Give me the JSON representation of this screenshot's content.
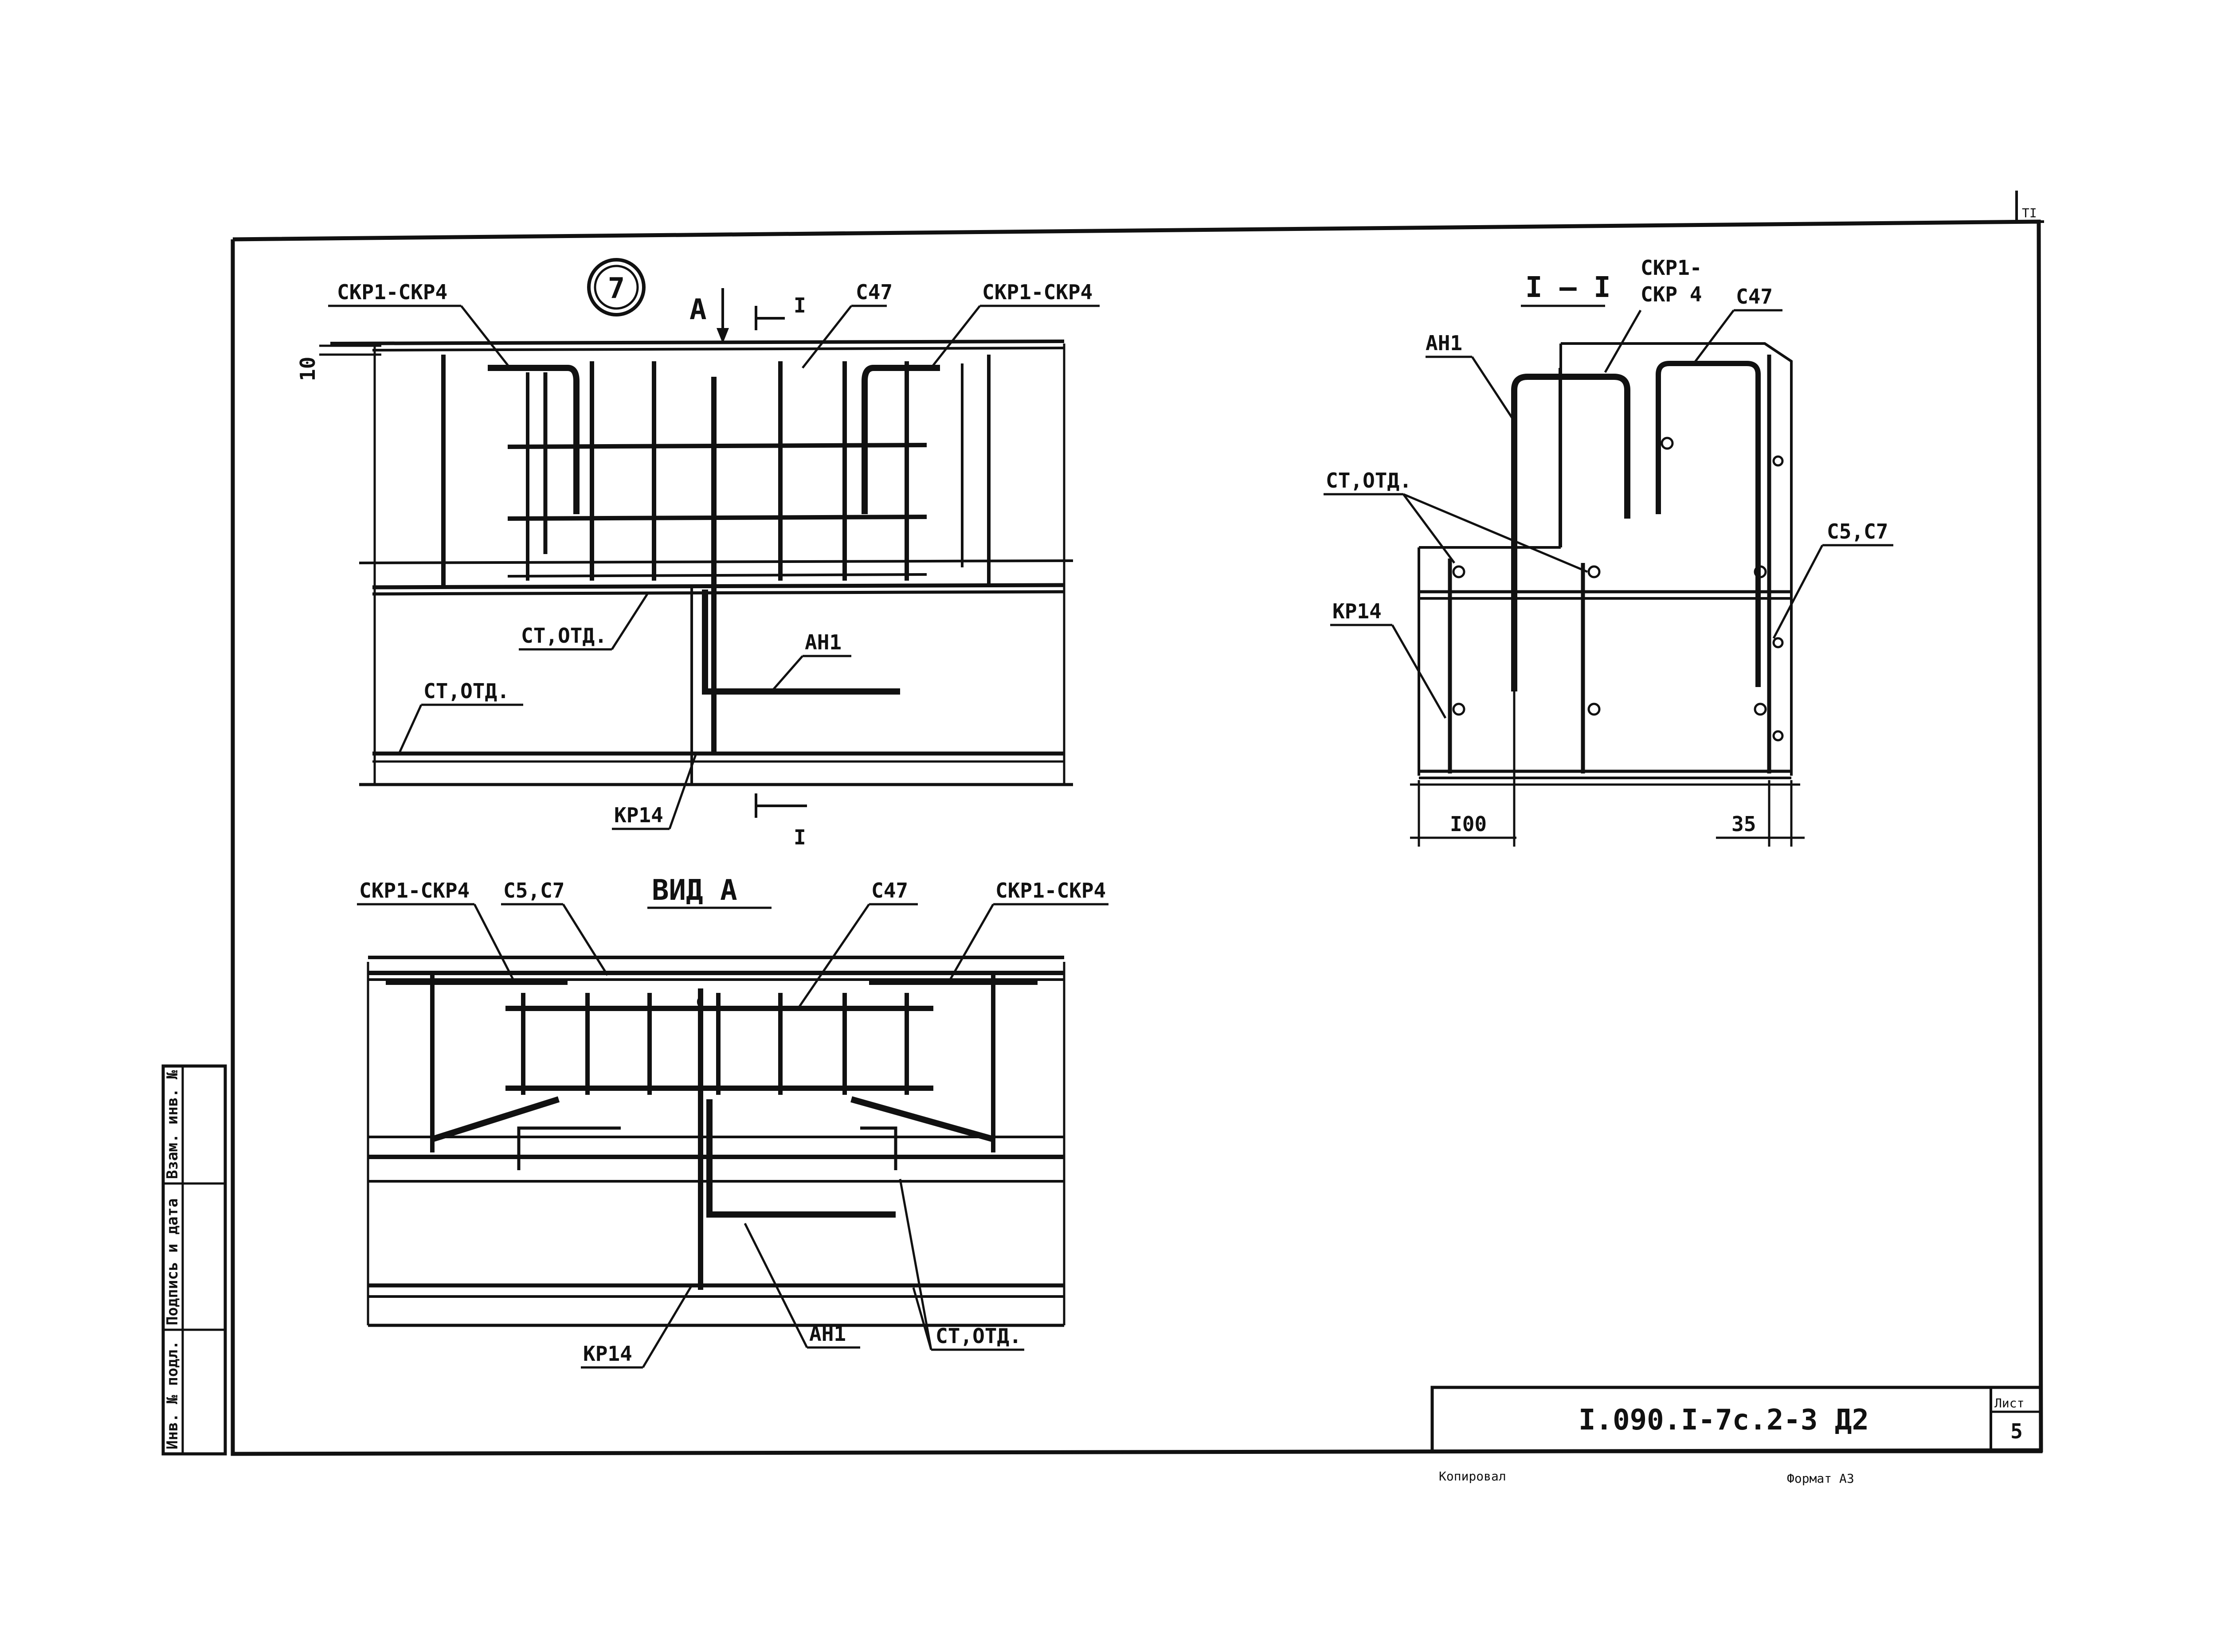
{
  "drawing": {
    "node_number": "7",
    "section_mark": "I",
    "view_mark": "А",
    "section_title": "I — I",
    "view_title": "ВИД  А"
  },
  "labels": {
    "skr_range": "СКР1-СКР4",
    "skr_top": "СКР1-",
    "skr_bottom": "СКР 4",
    "c47": "С47",
    "c5c7": "С5,С7",
    "st_otd": "СТ,ОТД.",
    "an1": "АН1",
    "kr14": "КР14"
  },
  "dimensions": {
    "cover_10": "10",
    "dim_100": "I00",
    "dim_35": "35"
  },
  "title_block": {
    "code": "I.090.I-7с.2-3 Д2",
    "sheet_label": "Лист",
    "sheet_number": "5",
    "corner_mark": "TI"
  },
  "footer": {
    "copied": "Копировал",
    "format": "Формат А3"
  },
  "side_stamp": {
    "inv_no": "Инв. № подл.",
    "sign_date": "Подпись и дата",
    "replace_inv": "Взам. инв. №"
  }
}
